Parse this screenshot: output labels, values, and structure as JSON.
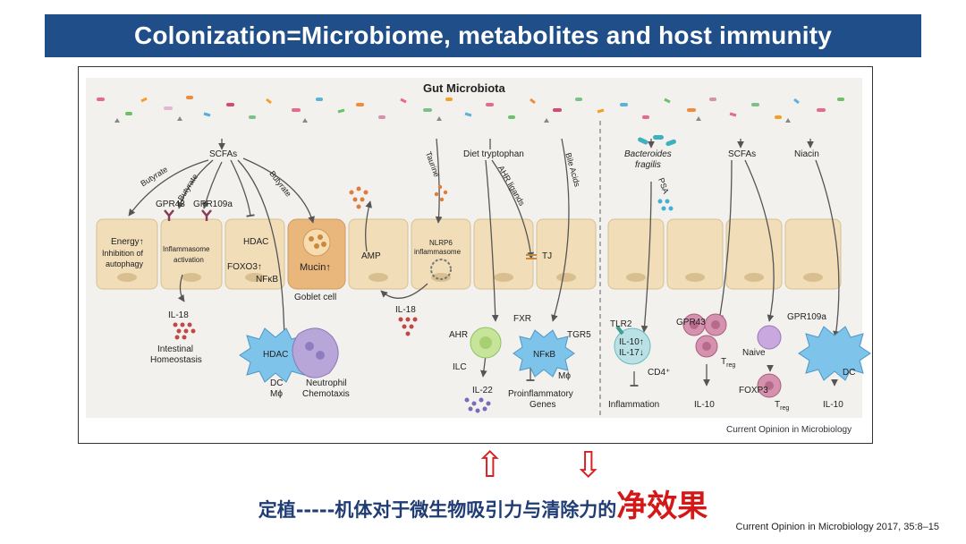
{
  "slide": {
    "title": "Colonization=Microbiome, metabolites and host immunity",
    "caption_main": "定植-----机体对于微生物吸引力与清除力的",
    "caption_emphasis": "净效果",
    "citation": "Current Opinion in Microbiology 2017, 35:8–15",
    "arrow_up": "⇧",
    "arrow_down": "⇩"
  },
  "figure": {
    "title": "Gut Microbiota",
    "source": "Current Opinion in Microbiology",
    "left": {
      "scfas": "SCFAs",
      "butyrate": "Butyrate",
      "gpr43": "GPR43",
      "gpr109a": "GPR109a",
      "energy": "Energy↑",
      "inhibition": "Inhibition of",
      "autophagy": "autophagy",
      "inflammasome": "Inflammasome",
      "activation": "activation",
      "hdac": "HDAC",
      "foxo3": "FOXO3↑",
      "nfkb": "NFκB",
      "mucin": "Mucin↑",
      "goblet": "Goblet cell",
      "il18": "IL-18",
      "intestinal": "Intestinal",
      "homeostasis": "Homeostasis",
      "dc_hdac": "HDAC",
      "dc": "DC",
      "mphi": "Mϕ",
      "neutrophil": "Neutrophil",
      "chemotaxis": "Chemotaxis",
      "amp": "AMP",
      "taurine": "Taurine",
      "nlrp6": "NLRP6",
      "inflammasome2": "inflammasome",
      "il18b": "IL-18"
    },
    "middle": {
      "diet": "Diet tryptophan",
      "ahr_ligands": "AHR ligands",
      "bile": "Bile Acids",
      "tj": "TJ",
      "ahr": "AHR",
      "ilc": "ILC",
      "il22": "IL-22",
      "fxr": "FXR",
      "tgr5": "TGR5",
      "nfkb": "NFκB",
      "mphi": "Mϕ",
      "proinflammatory": "Proinflammatory",
      "genes": "Genes"
    },
    "right": {
      "bacteroides": "Bacteroides",
      "fragilis": "fragilis",
      "psa": "PSA",
      "scfas": "SCFAs",
      "niacin": "Niacin",
      "tlr2": "TLR2",
      "il10": "IL-10↑",
      "il17": "IL-17↓",
      "cd4": "CD4⁺",
      "inflammation": "Inflammation",
      "gpr43": "GPR43",
      "treg": "T",
      "treg_sub": "reg",
      "il10b": "IL-10",
      "naive": "Naive",
      "foxp3": "FOXP3",
      "treg2": "T",
      "treg2_sub": "reg",
      "gpr109a": "GPR109a",
      "dc": "DC",
      "il10c": "IL-10"
    }
  },
  "colors": {
    "banner": "#1f4e88",
    "accent_red": "#d31818",
    "epithelium": "#f1ddb8",
    "goblet": "#e9b77b",
    "dc": "#7ec3ea",
    "ilc": "#c6e59a",
    "treg": "#d591ad",
    "neutrophil": "#b8a6d8"
  }
}
